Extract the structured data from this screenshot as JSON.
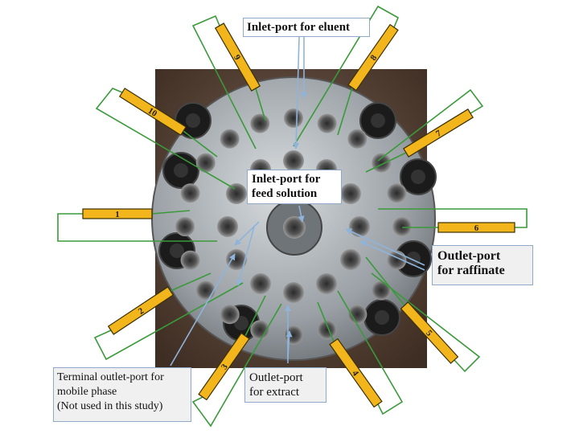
{
  "labels": {
    "inlet_eluent": "Inlet-port  for eluent",
    "inlet_feed": [
      "Inlet-port  for",
      "feed solution"
    ],
    "outlet_raffinate": [
      "Outlet-port",
      "for raffinate"
    ],
    "outlet_extract": [
      "Outlet-port",
      "for extract"
    ],
    "terminal_outlet": [
      "Terminal outlet-port for",
      "mobile phase",
      "(Not used in this study)"
    ]
  },
  "columns": [
    "1",
    "2",
    "3",
    "4",
    "5",
    "6",
    "7",
    "8",
    "9",
    "10"
  ],
  "colors": {
    "column_fill": "#f2b51c",
    "column_stroke": "#3a3000",
    "tubing": "#3a9a3a",
    "arrow": "#8fb4dc",
    "plate": "#5a4436",
    "valve_body": "#9ea4a8"
  }
}
